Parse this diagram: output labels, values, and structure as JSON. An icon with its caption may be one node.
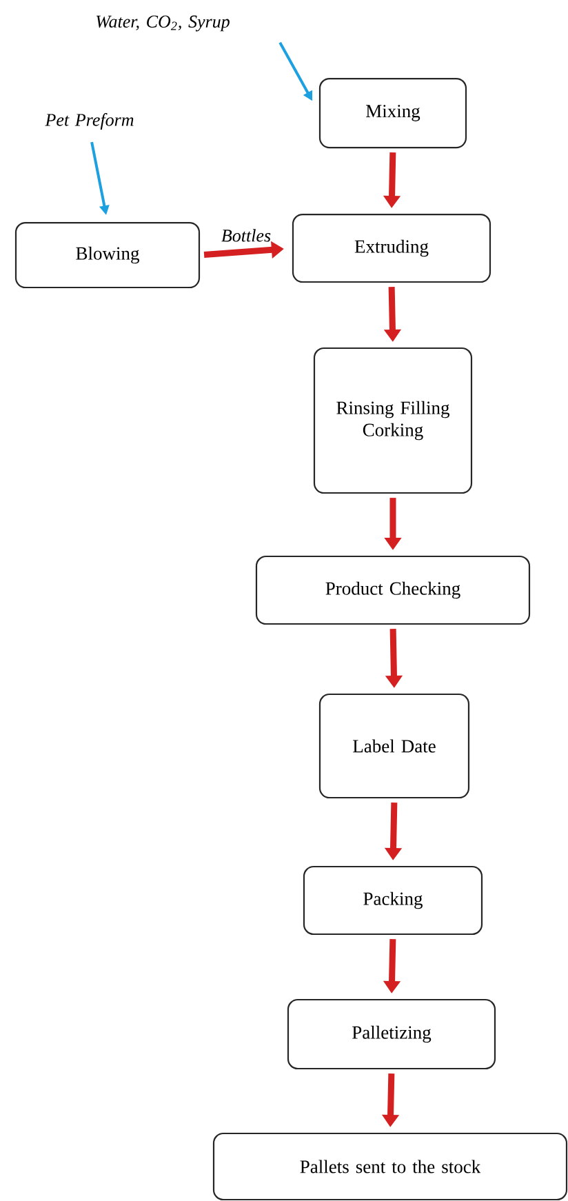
{
  "diagram": {
    "nodes": [
      {
        "text": [
          "Water, CO$_{2}$, Syrup"
        ]
      },
      {
        "text": [
          "Mixing"
        ]
      },
      {
        "text": [
          "Pet Preform"
        ]
      },
      {
        "text": [
          "Blowing"
        ]
      },
      {
        "text": [
          "Extruding"
        ]
      },
      {
        "text": [
          "Rinsing Filling Corking"
        ]
      },
      {
        "text": [
          "Product Checking"
        ]
      },
      {
        "text": [
          "Label Date"
        ]
      },
      {
        "text": [
          "Packing"
        ]
      },
      {
        "text": [
          "Palletizing"
        ]
      },
      {
        "text": [
          "Pallets sent to the stock"
        ]
      }
    ],
    "edges": [
      {
        "from": 0,
        "to": 1,
        "arrow": "to",
        "color": "#1ca0e0"
      },
      {
        "from": 2,
        "to": 3,
        "arrow": "to",
        "color": "#1ca0e0"
      },
      {
        "from": 1,
        "to": 4,
        "arrow": "to"
      },
      {
        "from": 3,
        "to": 4,
        "arrow": "to",
        "label": "Bottles"
      },
      {
        "from": 4,
        "to": 5,
        "arrow": "to"
      },
      {
        "from": 5,
        "to": 6,
        "arrow": "to"
      },
      {
        "from": 6,
        "to": 7,
        "arrow": "to"
      },
      {
        "from": 7,
        "to": 8,
        "arrow": "to"
      },
      {
        "from": 8,
        "to": 9,
        "arrow": "to"
      },
      {
        "from": 9,
        "to": 10,
        "arrow": "to"
      }
    ]
  }
}
